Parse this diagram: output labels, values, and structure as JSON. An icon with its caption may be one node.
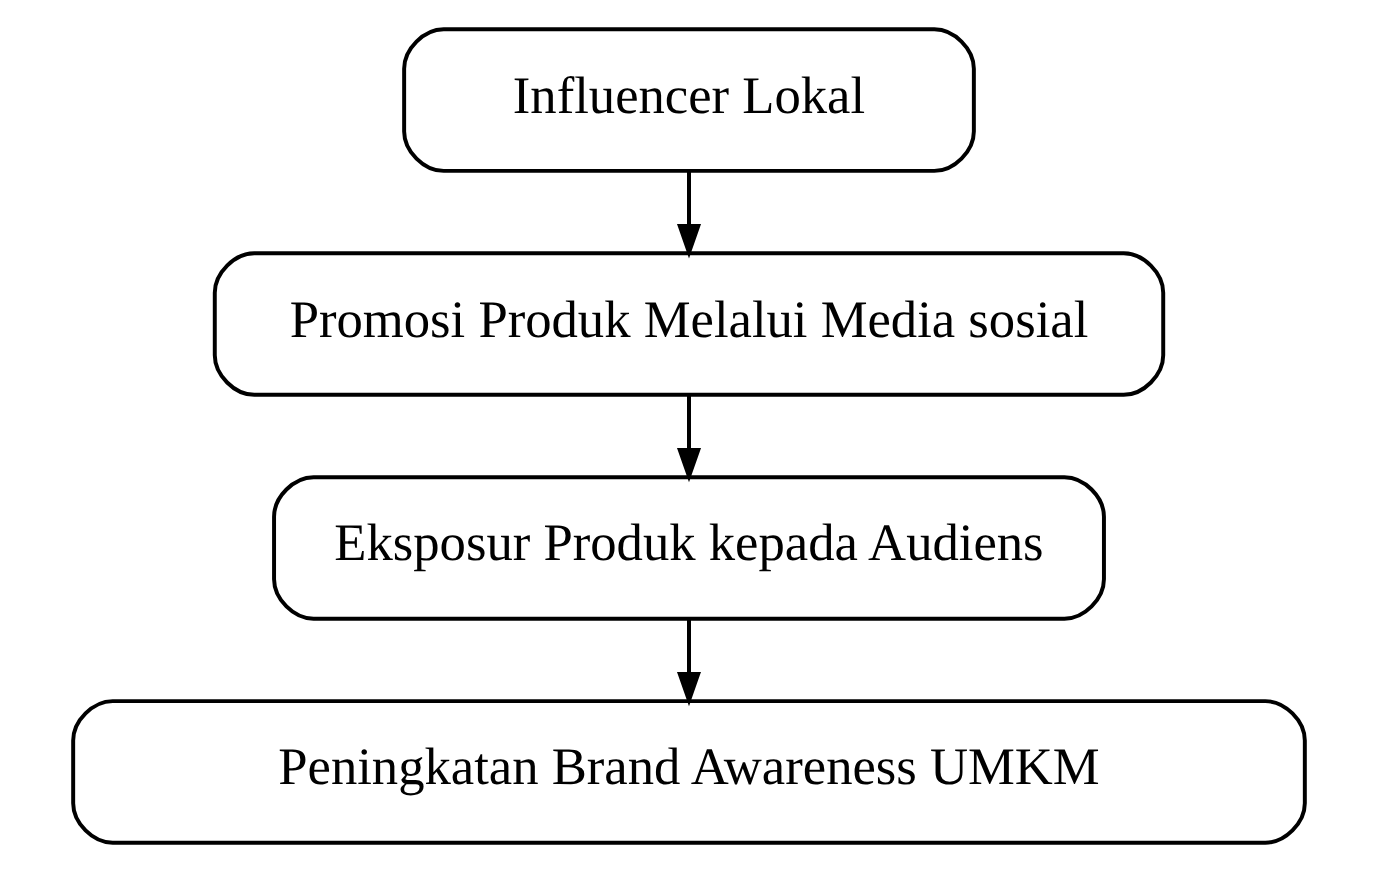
{
  "diagram": {
    "nodes": [
      {
        "text": [
          "Influencer Lokal"
        ]
      },
      {
        "text": [
          "Promosi Produk Melalui Media sosial"
        ]
      },
      {
        "text": [
          "Eksposur Produk kepada Audiens"
        ]
      },
      {
        "text": [
          "Peningkatan Brand Awareness UMKM"
        ]
      }
    ],
    "edges": [
      {
        "from": 0,
        "to": 1,
        "arrow": "to"
      },
      {
        "from": 1,
        "to": 2,
        "arrow": "to"
      },
      {
        "from": 2,
        "to": 3,
        "arrow": "to"
      }
    ]
  }
}
